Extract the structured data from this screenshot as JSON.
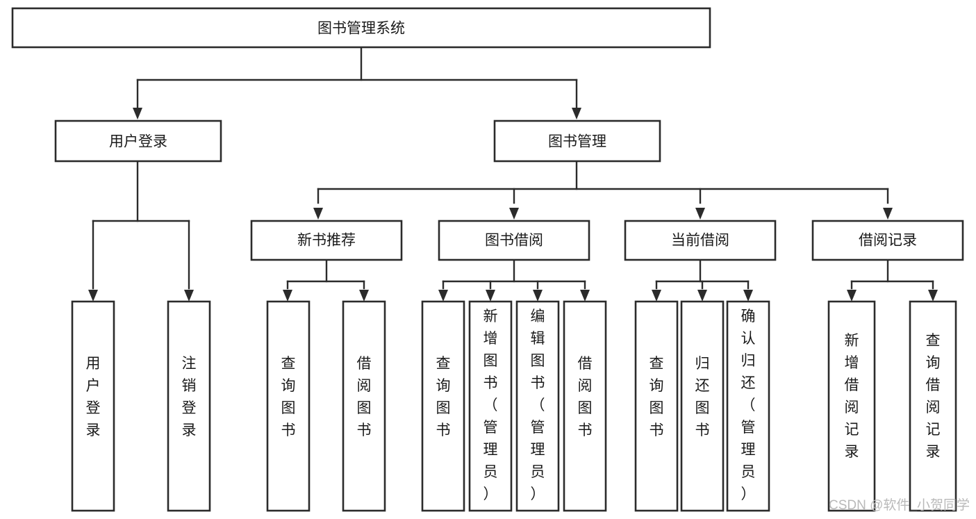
{
  "diagram": {
    "title": "图书管理系统",
    "type": "tree",
    "orientation": "top-down",
    "colors": {
      "node_fill": "#ffffff",
      "node_stroke": "#2b2b2b",
      "connector": "#2b2b2b",
      "text": "#1a1a1a",
      "watermark": "#b9b9b9",
      "background": "#ffffff"
    },
    "nodes": {
      "root": {
        "label": "图书管理系统",
        "level": 0,
        "orientation": "horizontal"
      },
      "level1": [
        {
          "id": "user-login",
          "label": "用户登录",
          "orientation": "horizontal"
        },
        {
          "id": "book-manage",
          "label": "图书管理",
          "orientation": "horizontal"
        }
      ],
      "level2": [
        {
          "id": "new-book-recommend",
          "label": "新书推荐",
          "parent": "book-manage",
          "orientation": "horizontal"
        },
        {
          "id": "book-borrow",
          "label": "图书借阅",
          "parent": "book-manage",
          "orientation": "horizontal"
        },
        {
          "id": "current-borrow",
          "label": "当前借阅",
          "parent": "book-manage",
          "orientation": "horizontal"
        },
        {
          "id": "borrow-record",
          "label": "借阅记录",
          "parent": "book-manage",
          "orientation": "horizontal"
        }
      ],
      "leaves": [
        {
          "id": "leaf-user-login",
          "label": "用户登录",
          "parent": "user-login",
          "orientation": "vertical"
        },
        {
          "id": "leaf-user-logout",
          "label": "注销登录",
          "parent": "user-login",
          "orientation": "vertical"
        },
        {
          "id": "leaf-query-book-1",
          "label": "查询图书",
          "parent": "new-book-recommend",
          "orientation": "vertical"
        },
        {
          "id": "leaf-borrow-book-1",
          "label": "借阅图书",
          "parent": "new-book-recommend",
          "orientation": "vertical"
        },
        {
          "id": "leaf-query-book-2",
          "label": "查询图书",
          "parent": "book-borrow",
          "orientation": "vertical"
        },
        {
          "id": "leaf-add-book",
          "label": "新增图书（管理员）",
          "parent": "book-borrow",
          "orientation": "vertical"
        },
        {
          "id": "leaf-edit-book",
          "label": "编辑图书（管理员）",
          "parent": "book-borrow",
          "orientation": "vertical"
        },
        {
          "id": "leaf-borrow-book-2",
          "label": "借阅图书",
          "parent": "book-borrow",
          "orientation": "vertical"
        },
        {
          "id": "leaf-query-book-3",
          "label": "查询图书",
          "parent": "current-borrow",
          "orientation": "vertical"
        },
        {
          "id": "leaf-return-book",
          "label": "归还图书",
          "parent": "current-borrow",
          "orientation": "vertical"
        },
        {
          "id": "leaf-confirm-return",
          "label": "确认归还（管理员）",
          "parent": "current-borrow",
          "orientation": "vertical"
        },
        {
          "id": "leaf-add-record",
          "label": "新增借阅记录",
          "parent": "borrow-record",
          "orientation": "vertical"
        },
        {
          "id": "leaf-query-record",
          "label": "查询借阅记录",
          "parent": "borrow-record",
          "orientation": "vertical"
        }
      ]
    }
  },
  "watermark": {
    "text": "CSDN @软件_小贺同学"
  }
}
